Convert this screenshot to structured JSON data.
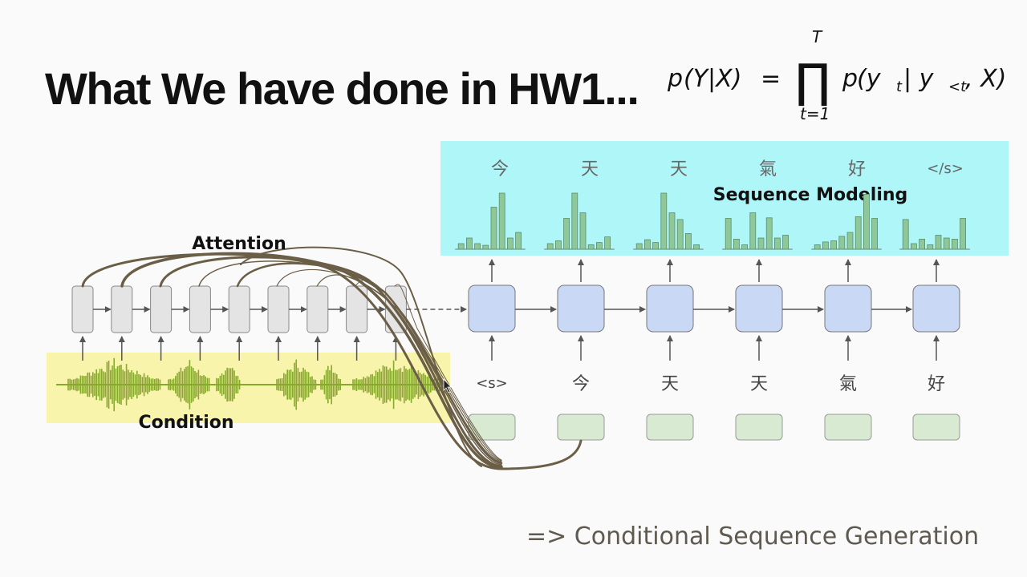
{
  "slide": {
    "title": "What We have done in HW1...",
    "footer": "=> Conditional Sequence Generation"
  },
  "formula": {
    "lhs_p": "p",
    "lhs_args": "(Y|X)",
    "equals": "=",
    "prod": "∏",
    "upper": "T",
    "lower": "t=1",
    "rhs_p": "p",
    "rhs_open": "(y",
    "rhs_sub1": "t",
    "rhs_mid": " | y",
    "rhs_sub2": "<t",
    "rhs_close": ", X)"
  },
  "labels": {
    "attention": "Attention",
    "condition": "Condition",
    "sequence_modeling": "Sequence Modeling"
  },
  "outputs": [
    "今",
    "天",
    "天",
    "氣",
    "好",
    "</s>"
  ],
  "inputs": [
    "<s>",
    "今",
    "天",
    "天",
    "氣",
    "好"
  ],
  "distributions": [
    [
      0.1,
      0.2,
      0.1,
      0.07,
      0.75,
      1.0,
      0.2,
      0.3
    ],
    [
      0.1,
      0.15,
      0.55,
      1.0,
      0.65,
      0.08,
      0.12,
      0.22
    ],
    [
      0.1,
      0.17,
      0.12,
      1.0,
      0.65,
      0.53,
      0.28,
      0.08
    ],
    [
      0.55,
      0.18,
      0.08,
      0.65,
      0.2,
      0.56,
      0.2,
      0.25
    ],
    [
      0.08,
      0.13,
      0.15,
      0.23,
      0.3,
      0.58,
      0.98,
      0.55
    ],
    [
      0.53,
      0.1,
      0.18,
      0.08,
      0.25,
      0.2,
      0.18,
      0.55
    ]
  ],
  "colors": {
    "background": "#fafafa",
    "sequence_box": "#aef6f8",
    "condition_box": "#f8f4ab",
    "waveform": "#88a82e",
    "bar": "#8fc79b",
    "decoder_cell": "#c9d8f5",
    "embedding_cell": "#d8ead2",
    "encoder_cell": "#e4e4e4",
    "attention_curve": "#6b5e47"
  },
  "encoder_cell_count": 9
}
